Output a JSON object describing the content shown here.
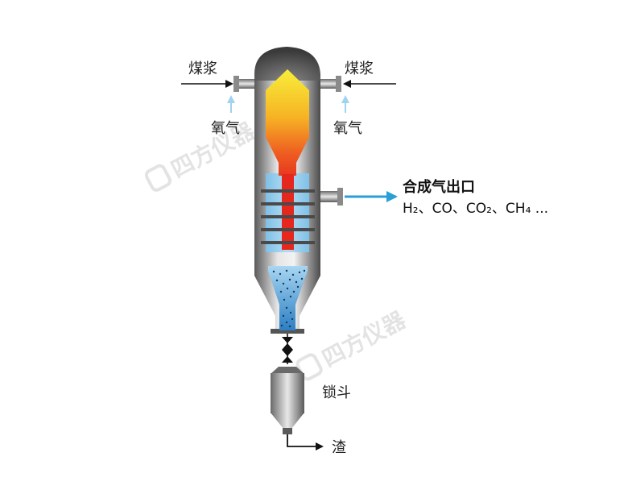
{
  "labels": {
    "coal_slurry_left": "煤浆",
    "coal_slurry_right": "煤浆",
    "oxygen_left": "氧气",
    "oxygen_right": "氧气",
    "syngas_outlet": "合成气出口",
    "syngas_components": "H₂、CO、CO₂、CH₄ ...",
    "lock_hopper": "锁斗",
    "slag": "渣"
  },
  "watermark": {
    "text": "四方仪器"
  },
  "colors": {
    "vessel_dark": "#4a4a4a",
    "vessel_light": "#d6d6d6",
    "flame_top": "#f8ef3a",
    "flame_bottom": "#e63a1e",
    "quench_water": "#8cc8ea",
    "outlet_arrow": "#2a9fd6",
    "oxygen_arrow": "#9fd3f0",
    "slag_bed": "#2c7fc4"
  }
}
